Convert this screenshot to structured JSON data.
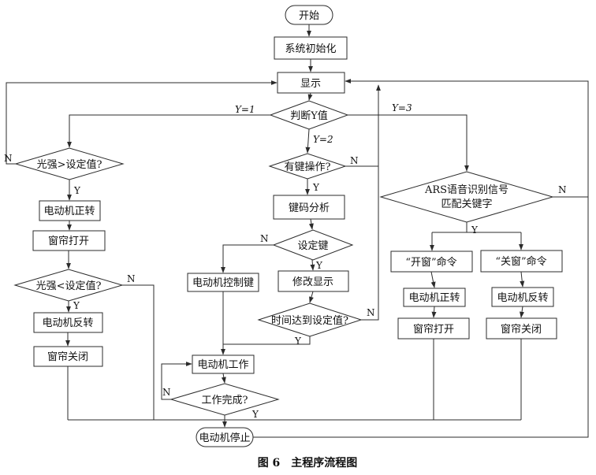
{
  "figure": {
    "caption": "图 6　主程序流程图",
    "background": "#ffffff",
    "line_color": "#2b2b2b"
  },
  "nodes": {
    "start": "开始",
    "init": "系统初始化",
    "display": "显示",
    "judge_y": "判断Y值",
    "light_gt": "光强>设定值?",
    "motor_fwd_left": "电动机正转",
    "curtain_open_left": "窗帘打开",
    "light_lt": "光强<设定值?",
    "motor_rev_left": "电动机反转",
    "curtain_close_left": "窗帘关闭",
    "key_op": "有键操作?",
    "key_code": "键码分析",
    "set_key": "设定键",
    "motor_ctrl_key": "电动机控制键",
    "modify_display": "修改显示",
    "time_reached": "时间达到设定值?",
    "motor_work": "电动机工作",
    "work_done": "工作完成?",
    "motor_stop": "电动机停止",
    "ars_line1": "ARS语音识别信号",
    "ars_line2": "匹配关键字",
    "open_cmd": "“开窗”命令",
    "close_cmd": "“关窗”命令",
    "motor_fwd_right": "电动机正转",
    "curtain_open_right": "窗帘打开",
    "motor_rev_right": "电动机反转",
    "curtain_close_right": "窗帘关闭"
  },
  "edge_labels": {
    "y1": "Y=1",
    "y2": "Y=2",
    "y3": "Y=3",
    "n": "N",
    "y": "Y"
  }
}
